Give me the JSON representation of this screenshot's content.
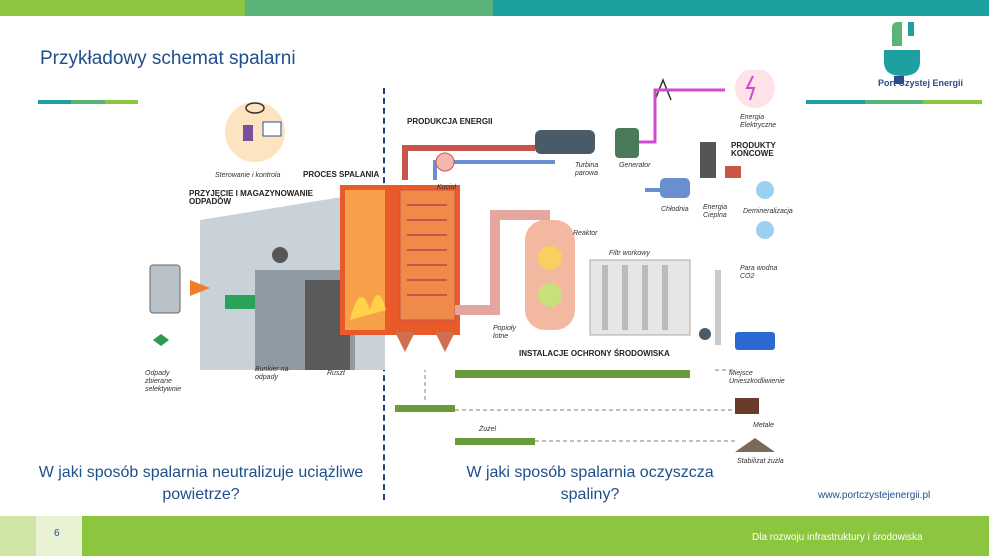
{
  "slide": {
    "title": "Przykładowy schemat spalarni",
    "page_number": "6",
    "website": "www.portczystejenergii.pl",
    "footer": "Dla rozwoju infrastruktury i środowiska",
    "question_left": "W jaki sposób spalarnia neutralizuje uciążliwe powietrze?",
    "question_right": "W jaki sposób spalarnia oczyszcza spaliny?"
  },
  "logo": {
    "text": "Port Czystej Energii",
    "icon": "plug-logo-icon"
  },
  "colors": {
    "accent_blue": "#1f4e8c",
    "green": "#8cc63f",
    "teal": "#2aa39a",
    "orange": "#f07d2a",
    "pipe_red": "#c9544a"
  },
  "diagram": {
    "labels": {
      "sterowanie": "Sterowanie i kontrola",
      "proces_spalania": "PROCES SPALANIA",
      "przyjecie": "PRZYJĘCIE I MAGAZYNOWANIE ODPADÓW",
      "produkcja": "PRODUKCJA ENERGII",
      "kociol": "Kocioł",
      "turbina": "Turbina parowa",
      "generator": "Generator",
      "energia_el": "Energia Elektryczne",
      "produkty": "PRODUKTY KOŃCOWE",
      "chlodnia": "Chłodnia",
      "energia_ciepl": "Energia Cieplna",
      "demineralizacja": "Demineralizacja",
      "reaktor": "Reaktor",
      "filtr": "Filtr workowy",
      "para_wodna": "Para wodna CO2",
      "pyly": "Popioły lotne",
      "instalacje": "INSTALACJE OCHRONY ŚRODOWISKA",
      "odpady": "Odpady zbierane selektywnie",
      "bunkier": "Bunkier na odpady",
      "ruszt": "Ruszt",
      "zuzel": "Żużel",
      "metale": "Metale",
      "unieszkodliwianie": "Miejsce Unieszkodliwienie",
      "stabilizat": "Stabilizat żużla"
    }
  }
}
